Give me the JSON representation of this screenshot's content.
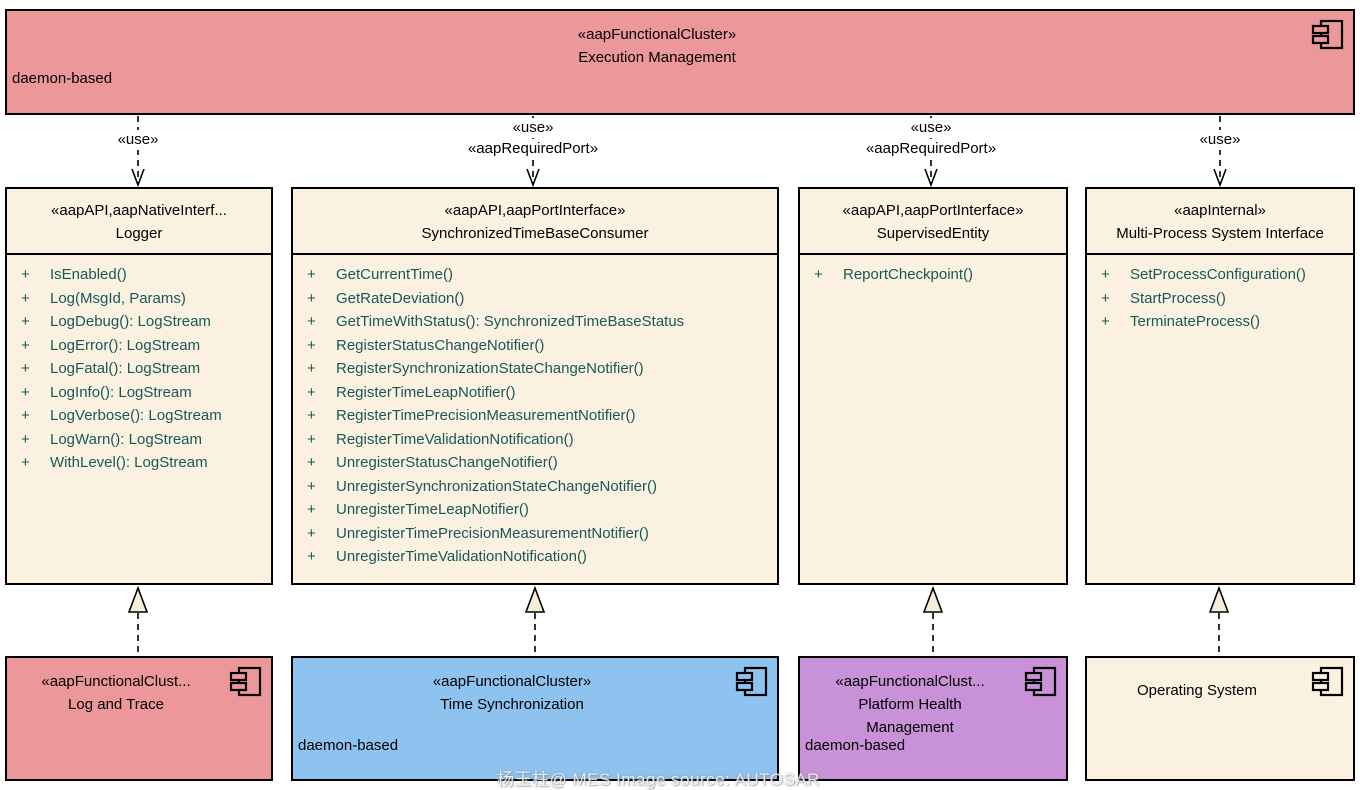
{
  "method_visibility": "+",
  "top_component": {
    "stereotype": "«aapFunctionalCluster»",
    "name": "Execution Management",
    "note": "daemon-based"
  },
  "arrows": {
    "a1": {
      "use": "«use»"
    },
    "a2": {
      "use": "«use»",
      "port": "«aapRequiredPort»"
    },
    "a3": {
      "use": "«use»",
      "port": "«aapRequiredPort»"
    },
    "a4": {
      "use": "«use»"
    }
  },
  "interfaces": [
    {
      "stereotype": "«aapAPI,aapNativeInterf...",
      "name": "Logger",
      "methods": [
        "IsEnabled()",
        "Log(MsgId, Params)",
        "LogDebug(): LogStream",
        "LogError(): LogStream",
        "LogFatal(): LogStream",
        "LogInfo(): LogStream",
        "LogVerbose(): LogStream",
        "LogWarn(): LogStream",
        "WithLevel(): LogStream"
      ]
    },
    {
      "stereotype": "«aapAPI,aapPortInterface»",
      "name": "SynchronizedTimeBaseConsumer",
      "methods": [
        "GetCurrentTime()",
        "GetRateDeviation()",
        "GetTimeWithStatus(): SynchronizedTimeBaseStatus",
        "RegisterStatusChangeNotifier()",
        "RegisterSynchronizationStateChangeNotifier()",
        "RegisterTimeLeapNotifier()",
        "RegisterTimePrecisionMeasurementNotifier()",
        "RegisterTimeValidationNotification()",
        "UnregisterStatusChangeNotifier()",
        "UnregisterSynchronizationStateChangeNotifier()",
        "UnregisterTimeLeapNotifier()",
        "UnregisterTimePrecisionMeasurementNotifier()",
        "UnregisterTimeValidationNotification()"
      ]
    },
    {
      "stereotype": "«aapAPI,aapPortInterface»",
      "name": "SupervisedEntity",
      "methods": [
        "ReportCheckpoint()"
      ]
    },
    {
      "stereotype": "«aapInternal»",
      "name": "Multi-Process System Interface",
      "methods": [
        "SetProcessConfiguration()",
        "StartProcess()",
        "TerminateProcess()"
      ]
    }
  ],
  "bottom_components": [
    {
      "stereotype": "«aapFunctionalClust...",
      "line1": "Log and Trace",
      "line2": "",
      "note": ""
    },
    {
      "stereotype": "«aapFunctionalCluster»",
      "line1": "Time Synchronization",
      "line2": "",
      "note": "daemon-based"
    },
    {
      "stereotype": "«aapFunctionalClust...",
      "line1": "Platform Health",
      "line2": "Management",
      "note": "daemon-based"
    },
    {
      "stereotype": "",
      "line1": "Operating System",
      "line2": "",
      "note": ""
    }
  ],
  "icons": {
    "component": "uml-component-icon"
  },
  "colors": {
    "execution_management": "#ec989b",
    "log_and_trace": "#ec989b",
    "time_synchronization": "#8ec3ef",
    "platform_health_management": "#c991d7",
    "interface_fill": "#faf1e0",
    "operating_system": "#faf1e0",
    "method_text": "#1a5858",
    "border": "#000000"
  },
  "watermark": "杨玉柱@ MES Image source:  AUTOSAR"
}
